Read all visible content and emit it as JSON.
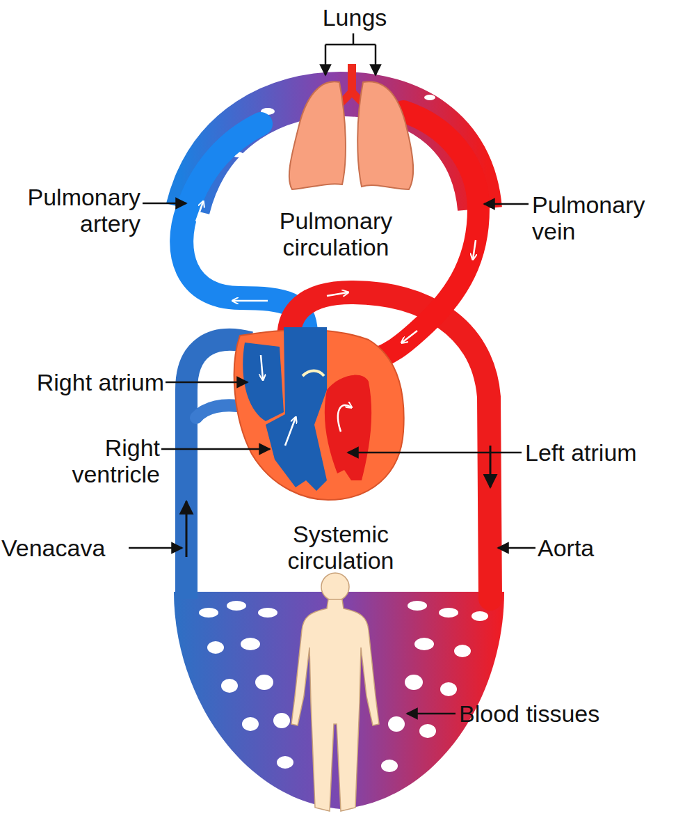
{
  "diagram": {
    "labels": [
      "Lungs",
      "Pulmonary artery",
      "Pulmonary circulation",
      "Pulmonary vein",
      "Right atrium",
      "Right ventricle",
      "Left atrium",
      "Venacava",
      "Systemic circulation",
      "Aorta",
      "Blood tissues"
    ]
  }
}
